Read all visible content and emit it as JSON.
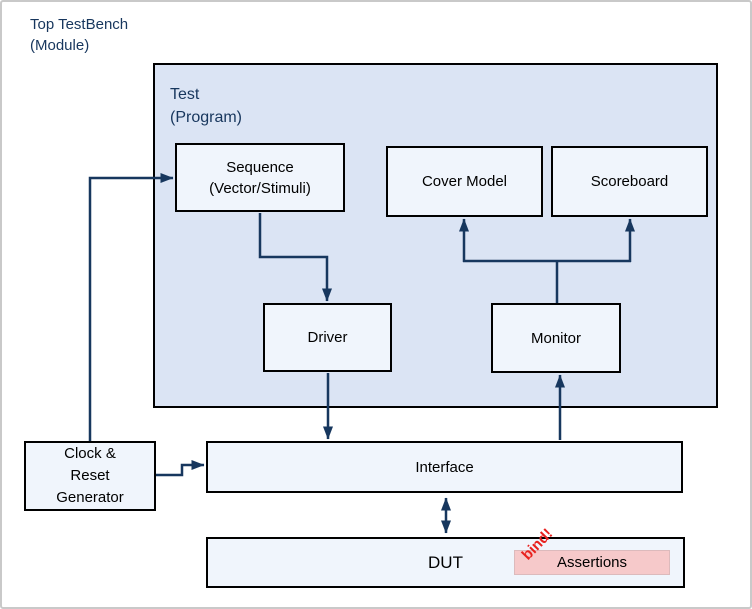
{
  "frame": {
    "title": "Top TestBench\n(Module)"
  },
  "test_container": {
    "title": "Test\n(Program)"
  },
  "nodes": {
    "sequence": "Sequence\n(Vector/Stimuli)",
    "cover_model": "Cover Model",
    "scoreboard": "Scoreboard",
    "driver": "Driver",
    "monitor": "Monitor",
    "clock_reset_generator": "Clock &\nReset\nGenerator",
    "interface": "Interface",
    "dut": "DUT",
    "assertions": "Assertions"
  },
  "annotations": {
    "bind": "bind!"
  },
  "connectors": [
    {
      "from": "clock_reset_generator",
      "to": "sequence",
      "style": "arrow"
    },
    {
      "from": "sequence",
      "to": "driver",
      "style": "arrow"
    },
    {
      "from": "driver",
      "to": "interface",
      "style": "arrow"
    },
    {
      "from": "interface",
      "to": "monitor",
      "style": "arrow"
    },
    {
      "from": "monitor",
      "to": "cover_model",
      "style": "arrow"
    },
    {
      "from": "monitor",
      "to": "scoreboard",
      "style": "arrow"
    },
    {
      "from": "clock_reset_generator",
      "to": "interface",
      "style": "arrow"
    },
    {
      "from": "interface",
      "to": "dut",
      "style": "double-arrow"
    }
  ],
  "colors": {
    "arrow": "#17375e",
    "container_fill": "#dbe4f4",
    "node_fill": "#f0f5fc",
    "node_border": "#000000",
    "title_text": "#17365d",
    "assertions_fill": "#f6c9ca",
    "bind_text": "#e8221f",
    "frame_border": "#c9c9c9"
  }
}
